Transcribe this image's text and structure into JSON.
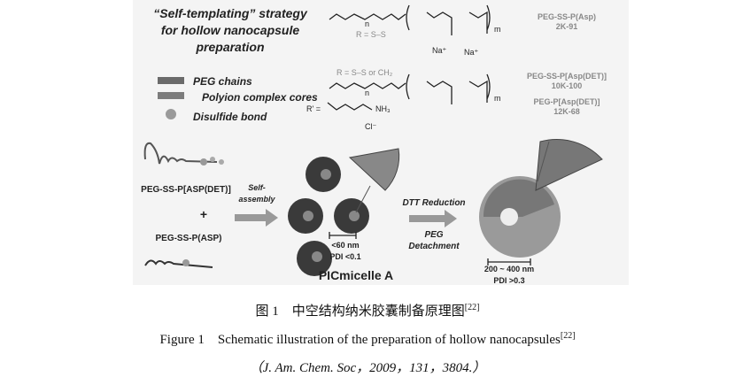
{
  "figure": {
    "title_lines": [
      "“Self-templating” strategy",
      "for hollow nanocapsule",
      "preparation"
    ],
    "legend": [
      {
        "label": "PEG chains",
        "color": "#6a6a6a"
      },
      {
        "label": "Polyion complex cores",
        "color": "#7c7c7c"
      },
      {
        "label": "Disulfide bond",
        "color": "#9a9a9a"
      }
    ],
    "chem": {
      "r1": "R = S–S",
      "r2": "R = S–S or CH₂",
      "r_prime": "R' =",
      "na1": "Na⁺",
      "na2": "Na⁺",
      "cl": "Cl⁻",
      "nh3": "NH₃",
      "m1": "m",
      "m2": "m",
      "n1": "n",
      "n2": "n"
    },
    "polymers": [
      {
        "name": "PEG-SS-P(Asp)",
        "mw": "2K-91"
      },
      {
        "name": "PEG-SS-P[Asp(DET)]",
        "mw": "10K-100"
      },
      {
        "name": "PEG-P[Asp(DET)]",
        "mw": "12K-68"
      }
    ],
    "scheme": {
      "polymer1": "PEG-SS-P[ASP(DET)]",
      "plus": "+",
      "polymer2": "PEG-SS-P(ASP)",
      "arrow1_lines": [
        "Self-",
        "assembly"
      ],
      "micelle_size": "<60 nm",
      "micelle_pdi": "PDI <0.1",
      "micelle_label": "PICmicelle A",
      "arrow2_top": "DTT Reduction",
      "arrow2_bottom_lines": [
        "PEG",
        "Detachment"
      ],
      "capsule_size": "200 ~ 400 nm",
      "capsule_pdi": "PDI >0.3"
    }
  },
  "caption": {
    "cn": "图 1　中空结构纳米胶囊制备原理图",
    "cn_ref": "[22]",
    "en": "Figure 1　Schematic illustration of the preparation of hollow nanocapsules",
    "en_ref": "[22]",
    "citation": "（J. Am. Chem. Soc，2009，131，3804.）"
  }
}
